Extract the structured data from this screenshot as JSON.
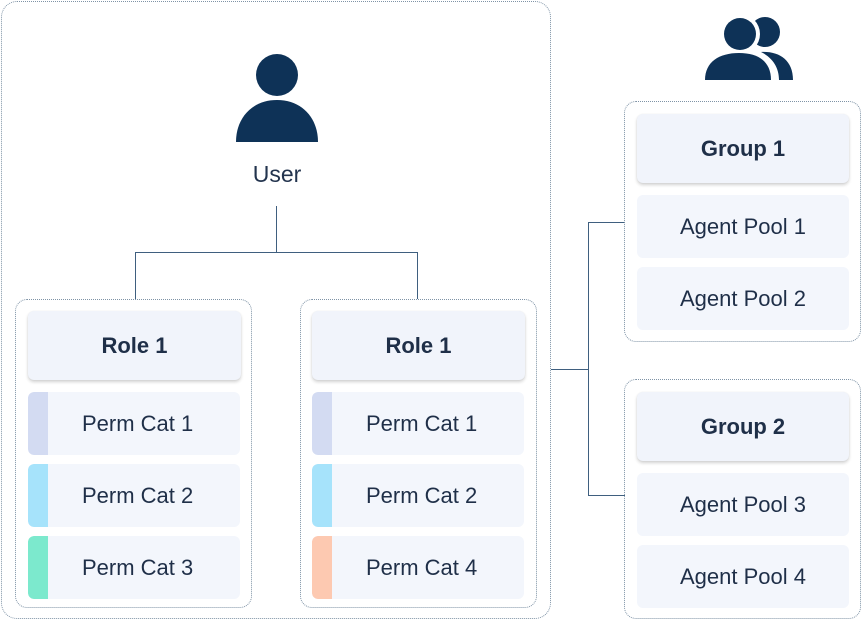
{
  "user": {
    "label": "User"
  },
  "roles": [
    {
      "title": "Role 1",
      "perms": [
        {
          "label": "Perm Cat 1",
          "color": "#d3dbf2"
        },
        {
          "label": "Perm Cat 2",
          "color": "#a6e3fb"
        },
        {
          "label": "Perm Cat 3",
          "color": "#7ce9cd"
        }
      ]
    },
    {
      "title": "Role 1",
      "perms": [
        {
          "label": "Perm Cat 1",
          "color": "#d3dbf2"
        },
        {
          "label": "Perm Cat 2",
          "color": "#a6e3fb"
        },
        {
          "label": "Perm Cat 4",
          "color": "#fdc9b1"
        }
      ]
    }
  ],
  "groups": [
    {
      "title": "Group 1",
      "pools": [
        "Agent Pool 1",
        "Agent Pool 2"
      ]
    },
    {
      "title": "Group 2",
      "pools": [
        "Agent Pool 3",
        "Agent Pool 4"
      ]
    }
  ],
  "colors": {
    "icon": "#0e3257",
    "connector": "#3f5f7f",
    "card": "#f3f6fc",
    "border": "#7f93a6"
  },
  "icons": {
    "user": "user-icon",
    "group": "users-group-icon"
  }
}
